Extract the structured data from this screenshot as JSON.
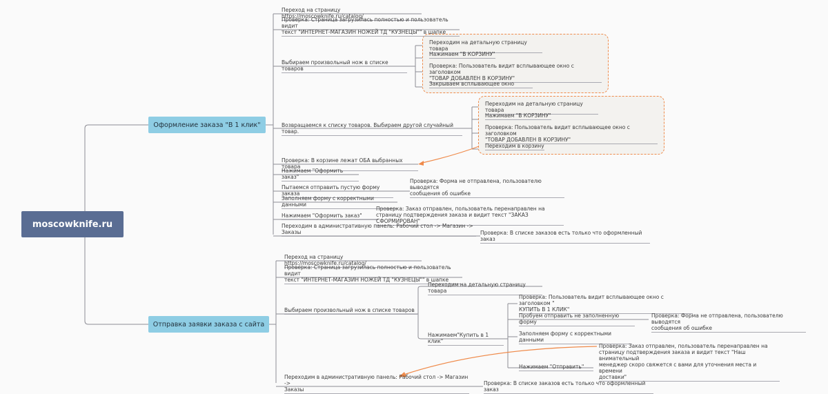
{
  "root": {
    "label": "moscowknife.ru"
  },
  "branches": [
    {
      "label": "Оформление заказа \"В 1 клик\"",
      "nodes": {
        "n1": "Переход на страницу https://moscowknife.ru/catalog/",
        "n2": "Проверка: Страница загрузилась полностью и пользователь видит\nтекст \"ИНТЕРНЕТ-МАГАЗИН НОЖЕЙ ТД \"КУЗНЕЦЫ\"\" в шапке",
        "n3": "Выбираем произвольный нож в списке товаров",
        "n3a": "Переходим на детальную страницу товара",
        "n3b": "Нажимаем \"В КОРЗИНУ\"",
        "n3c": "Проверка: Пользователь видит всплывающее окно с заголовком\n\"ТОВАР ДОБАВЛЕН В КОРЗИНУ\"",
        "n3d": "Закрываем всплывающее окно",
        "n4": "Возвращаемся к списку товаров. Выбираем другой случайный товар.",
        "n4a": "Переходим на детальную страницу товара",
        "n4b": "Нажимаем \"В КОРЗИНУ\"",
        "n4c": "Проверка: Пользователь видит всплывающее окно с заголовком\n\"ТОВАР ДОБАВЛЕН В КОРЗИНУ\"",
        "n4d": "Переходим в корзину",
        "n5": "Проверка: В корзине лежат ОБА выбранных товара",
        "n6": "Нажимаем \"Оформить заказ\"",
        "n7": "Пытаемся отправить пустую форму заказа",
        "n7a": "Проверка: Форма не отправлена, пользователю выводятся\nсообщения об ошибке",
        "n8": "Заполняем форму с корректными данными",
        "n9": "Нажимаем \"Оформить заказ\"",
        "n9a": "Проверка: Заказ отправлен, пользователь перенаправлен на\nстраницу подтверждения заказа и видит текст \"ЗАКАЗ СФОРМИРОВАН\"",
        "n10": "Переходим в административную панель: Рабочий стол -> Магазин ->\nЗаказы",
        "n10a": "Проверка: В списке заказов есть только что оформленный заказ"
      }
    },
    {
      "label": "Отправка заявки заказа с сайта",
      "nodes": {
        "m1": "Переход на страницу https://moscowknife.ru/catalog/",
        "m2": "Проверка: Страница загрузилась полностью и пользователь видит\nтекст \"ИНТЕРНЕТ-МАГАЗИН НОЖЕЙ ТД \"КУЗНЕЦЫ\"\" в шапке",
        "m3": "Выбираем произвольный нож в списке товаров",
        "m3a": "Переходим на детальную страницу товара",
        "m3b": "Нажимаем\"Купить в 1 клик\"",
        "m3b1": "Проверка: Пользователь видит всплывающее окно с заголовком \"\nКУПИТЬ В 1 КЛИК\"",
        "m3b2": "Пробуем отправить не заполненную форму",
        "m3b2a": "Проверка: Форма не отправлена, пользователю выводятся\nсообщения об ошибке",
        "m3b3": "Заполняем форму с корректными данными",
        "m3b4": "Нажимаем \"Отправить\"",
        "m3b4a": "Проверка: Заказ отправлен, пользователь перенаправлен на\nстраницу подтверждения заказа и видит текст \"Наш внимательный\nменеджер скоро свяжется с вами для уточнения места и времени\nдоставки\"",
        "m4": "Переходим в административную панель: Рабочий стол -> Магазин ->\nЗаказы",
        "m4a": "Проверка: В списке заказов есть только что оформленный заказ"
      }
    }
  ],
  "colors": {
    "root": "#5a6d93",
    "branch": "#8ecde4",
    "link": "#8c8c94",
    "group_border": "#ef8a4a"
  }
}
